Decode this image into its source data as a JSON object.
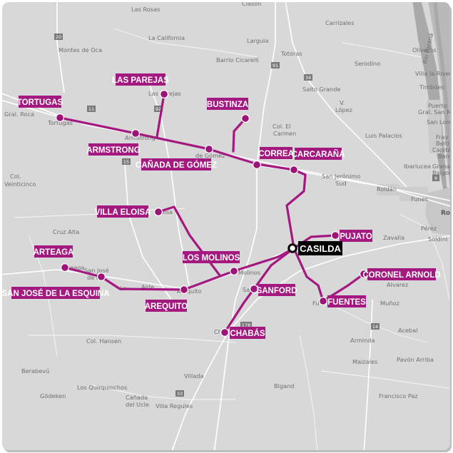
{
  "colors": {
    "route": "#a3197f",
    "hub_label": "#000000",
    "land": "#d8d8d8",
    "water": "#a9a9a9",
    "urban": "#c8c8c8"
  },
  "hub": {
    "label": "CASILDA"
  },
  "stops": {
    "tortugas": "TORTUGAS",
    "las_parejas": "LAS PAREJAS",
    "bustinza": "BUSTINZA",
    "armstrong": "ARMSTRONG",
    "canada_de_gomez": "CAÑADA DE GÓMEZ",
    "correa": "CORREA",
    "carcarana": "CARCARAÑÁ",
    "villa_eloisa": "VILLA ELOISA",
    "pujato": "PUJATO",
    "arteaga": "ARTEAGA",
    "los_molinos": "LOS MOLINOS",
    "coronel_arnold": "CORONEL ARNOLD",
    "san_jose": "SAN JOSÉ DE LA ESQUINA",
    "sanford": "SANFORD",
    "arequito": "AREQUITO",
    "fuentes": "FUENTES",
    "chabas": "CHABÁS"
  },
  "basemap": {
    "places": {
      "clason": "Clason",
      "las_rosas": "Las Rosas",
      "la_california": "La California",
      "montes_de_oca": "Montes de Oca",
      "carrizales": "Carrizales",
      "larguia": "Larguia",
      "barrio_cicarelli": "Barrio Cicarelli",
      "totoras": "Totoras",
      "serodino": "Serodino",
      "oliveros": "Oliveros",
      "rio_parana": "Río Paraná",
      "villa_la_rivera": "Villa la Rivera",
      "timbues": "Timbúes",
      "salto_grande": "Salto Grande",
      "gral_roca": "Gral. Roca",
      "tortugas": "Tortugas",
      "las_parejas": "Las Parejas",
      "armstrong": "Armstrong",
      "canada_de_gomez": "de Gómez",
      "villa_eloisa": "Eloisa",
      "col_el_carmen": "Col. El",
      "carmen": "Carmen",
      "v_lopez": "V.",
      "lopez": "López",
      "luis_palacios": "Luis Palacios",
      "puerto_gral": "Puerto",
      "san_martin": "Gral. San Mar",
      "san_lorenzo": "San Lore",
      "fray_luis": "Fray L",
      "beltran": "Beltr",
      "capitan": "Capitán",
      "bermudez": "Berm",
      "ibarlucea": "Ibarlucea",
      "granadero": "Granad",
      "baigorria": "Baigorri",
      "san_jeronimo": "San Jerónimo",
      "sud": "Sud",
      "roldan": "Roldán",
      "funes": "Funes",
      "ro": "Ro",
      "perez": "Pérez",
      "zavalla": "Zavalla",
      "soldini": "Soldini",
      "col_veinticinco": "Col.",
      "veinticinco": "Veinticinco",
      "cruz_alta": "Cruz Alta",
      "arteaga": "Arteaga",
      "san_jose": "San José",
      "de_la": "de la",
      "los_molinos": "Molinos",
      "sanford": "Sanford",
      "arequito": "Arequito",
      "alvarez": "Alvarez",
      "fuentes": "Fu",
      "munoz": "Muñoz",
      "acebal": "Acebal",
      "chabas": "Ch",
      "col_hansen": "Col. Hansen",
      "arminda": "Arminda",
      "berabevu": "Berabevú",
      "maizales": "Maizales",
      "pavon_arriba": "Pavón Arriba",
      "villada": "Villada",
      "bigand": "Bigand",
      "godeken": "Gödeken",
      "los_quirquinchos": "Los Quirquinchos",
      "canada_del_ucle": "Cañada",
      "del_ucle": "del Ucle",
      "villa_regules": "Villa Regules",
      "francisco_paz": "Francisco Paz",
      "lo_a_de": "Lo",
      "aldea": "Alde"
    },
    "shields": {
      "r20": "20",
      "r91": "91",
      "r34": "34",
      "r15": "15",
      "r9": "9",
      "r11": "11",
      "r14": "14",
      "r178": "178",
      "r33": "33",
      "r92": "92"
    }
  }
}
